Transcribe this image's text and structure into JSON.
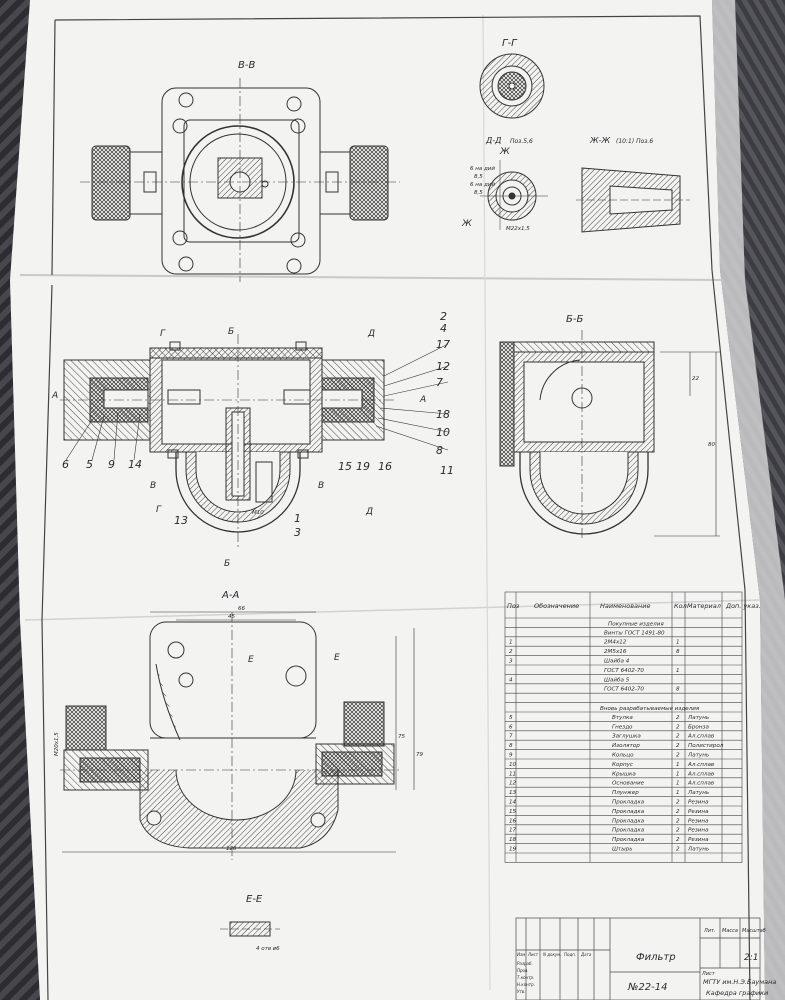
{
  "photo": {
    "paper_color": "#f3f3f1",
    "ink_color": "#2a2a30",
    "background": "#3a3a3f"
  },
  "sections": {
    "bb_top": "В-В",
    "gg": "Г-Г",
    "dd": "Д-Д",
    "dd_note": "Поз.5,6",
    "zhzh": "Ж-Ж",
    "zhzh_note": "(10:1) Поз.6",
    "bb_side": "Б-Б",
    "aa": "А-А",
    "ee": "Е-Е"
  },
  "cut_marks": {
    "g": "Г",
    "b": "Б",
    "d": "Д",
    "a": "А",
    "v": "В",
    "e": "Е",
    "zh": "Ж"
  },
  "position_labels": {
    "left_bottom": [
      "6",
      "5",
      "9",
      "14"
    ],
    "right_column": [
      "17",
      "12",
      "7",
      "18",
      "10",
      "8"
    ],
    "right_bottom": [
      "15",
      "19",
      "16"
    ],
    "center_bottom": [
      "13",
      "1",
      "3"
    ],
    "top_stack": [
      "2",
      "4"
    ],
    "side_11": "11"
  },
  "dimensions": {
    "aa_width": "66",
    "aa_inner": "45",
    "aa_total": "128",
    "aa_height1": "75",
    "aa_height2": "79",
    "aa_thread": "M20х1,5",
    "bb_height": "22",
    "bb_total": "80",
    "center_m": "М10",
    "thread_dd": "М22х1,5",
    "ee_note": "4 отв ø6",
    "dd_dims": [
      "6 на дий",
      "6 на дий",
      "8,5",
      "8,5"
    ]
  },
  "bom": {
    "headers": [
      "Поз",
      "Обозначение",
      "Наименование",
      "Кол",
      "Материал",
      "Доп. указ."
    ],
    "section_purchased": "Покупные изделия",
    "purchased": [
      {
        "pos": "",
        "name": "Винты ГОСТ 1491-80",
        "qty": ""
      },
      {
        "pos": "1",
        "name": "2М4х12",
        "qty": "1"
      },
      {
        "pos": "2",
        "name": "2М5х16",
        "qty": "8"
      },
      {
        "pos": "3",
        "name": "Шайба 4",
        "qty": ""
      },
      {
        "pos": "",
        "name": "ГОСТ 6402-70",
        "qty": "1"
      },
      {
        "pos": "4",
        "name": "Шайба 5",
        "qty": ""
      },
      {
        "pos": "",
        "name": "ГОСТ 6402-70",
        "qty": "8"
      }
    ],
    "section_custom": "Вновь разрабатываемые изделия",
    "custom": [
      {
        "pos": "5",
        "name": "Втулка",
        "qty": "2",
        "material": "Латунь"
      },
      {
        "pos": "6",
        "name": "Гнездо",
        "qty": "2",
        "material": "Бронза"
      },
      {
        "pos": "7",
        "name": "Заглушка",
        "qty": "2",
        "material": "Ал.сплав"
      },
      {
        "pos": "8",
        "name": "Изолятор",
        "qty": "2",
        "material": "Полистирол"
      },
      {
        "pos": "9",
        "name": "Кольцо",
        "qty": "2",
        "material": "Латунь"
      },
      {
        "pos": "10",
        "name": "Корпус",
        "qty": "1",
        "material": "Ал.сплав"
      },
      {
        "pos": "11",
        "name": "Крышка",
        "qty": "1",
        "material": "Ал.сплав"
      },
      {
        "pos": "12",
        "name": "Основание",
        "qty": "1",
        "material": "Ал.сплав"
      },
      {
        "pos": "13",
        "name": "Плунжер",
        "qty": "1",
        "material": "Латунь"
      },
      {
        "pos": "14",
        "name": "Прокладка",
        "qty": "2",
        "material": "Резина"
      },
      {
        "pos": "15",
        "name": "Прокладка",
        "qty": "2",
        "material": "Резина"
      },
      {
        "pos": "16",
        "name": "Прокладка",
        "qty": "2",
        "material": "Резина"
      },
      {
        "pos": "17",
        "name": "Прокладка",
        "qty": "2",
        "material": "Резина"
      },
      {
        "pos": "18",
        "name": "Прокладка",
        "qty": "2",
        "material": "Резина"
      },
      {
        "pos": "19",
        "name": "Штырь",
        "qty": "2",
        "material": "Латунь"
      }
    ]
  },
  "title_block": {
    "title": "Фильтр",
    "scale": "2:1",
    "scale_header": [
      "Лит.",
      "Масса",
      "Масштаб"
    ],
    "sheet": "Лист",
    "code": "№22-14",
    "org_line1": "МГТУ им.Н.Э.Баумана",
    "org_line2": "Кафедра графики",
    "row_labels": [
      "Изм",
      "Лист",
      "N докум.",
      "Подп.",
      "Дата"
    ],
    "roles": [
      "Разраб.",
      "Пров.",
      "Т.контр.",
      "Н.контр.",
      "Утв."
    ]
  }
}
